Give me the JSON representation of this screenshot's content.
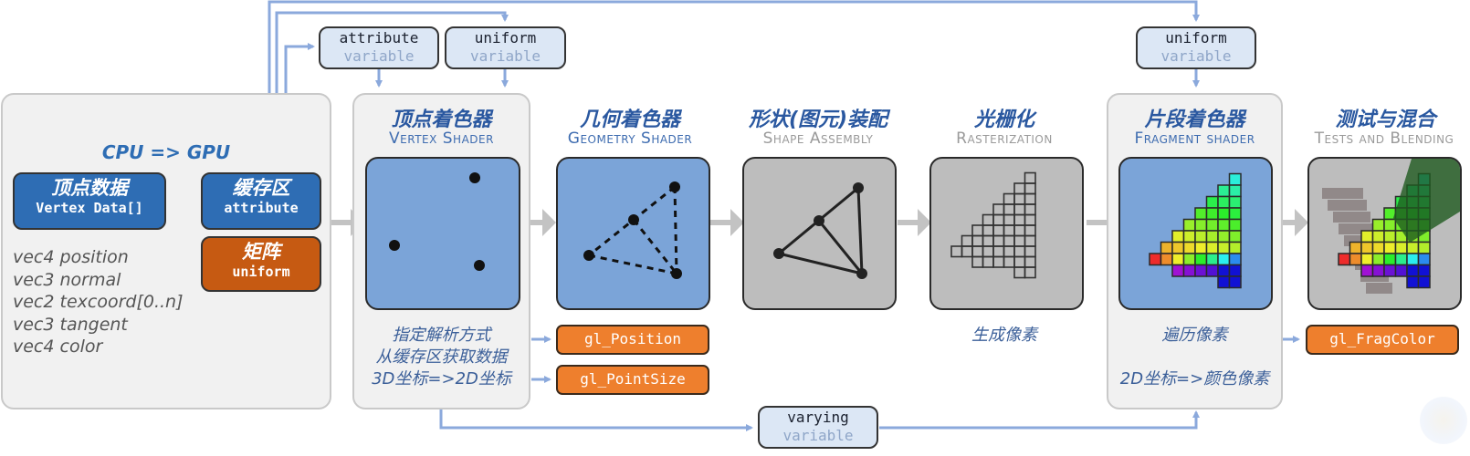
{
  "cpu_panel": {
    "title": "CPU => GPU",
    "vertex_data": {
      "cn": "顶点数据",
      "en": "Vertex Data[]"
    },
    "buffer": {
      "cn": "缓存区",
      "en": "attribute"
    },
    "matrix": {
      "cn": "矩阵",
      "en": "uniform"
    },
    "attributes": [
      "vec4 position",
      "vec3 normal",
      "vec2 texcoord[0..n]",
      "vec3 tangent",
      "vec4 color"
    ]
  },
  "variables": {
    "attribute_top": {
      "name": "attribute",
      "kind": "variable"
    },
    "uniform_top": {
      "name": "uniform",
      "kind": "variable"
    },
    "uniform_fragment": {
      "name": "uniform",
      "kind": "variable"
    },
    "varying": {
      "name": "varying",
      "kind": "variable"
    }
  },
  "stages": [
    {
      "cn": "顶点着色器",
      "en": "Vertex Shader",
      "desc": [
        "指定解析方式",
        "从缓存区获取数据",
        "3D坐标=>2D坐标"
      ]
    },
    {
      "cn": "几何着色器",
      "en": "Geometry Shader",
      "desc": []
    },
    {
      "cn": "形状(图元)装配",
      "en": "Shape Assembly",
      "desc": []
    },
    {
      "cn": "光栅化",
      "en": "Rasterization",
      "desc": [
        "生成像素"
      ]
    },
    {
      "cn": "片段着色器",
      "en": "Fragment shader",
      "desc": [
        "遍历像素",
        "",
        "2D坐标=>颜色像素"
      ]
    },
    {
      "cn": "测试与混合",
      "en": "Tests and Blending",
      "desc": []
    }
  ],
  "outputs": {
    "gl_position": "gl_Position",
    "gl_pointsize": "gl_PointSize",
    "gl_fragcolor": "gl_FragColor"
  },
  "colors": {
    "accent_blue": "#2e6db4",
    "matrix_orange": "#c65a12",
    "output_orange": "#ee7f2d",
    "stage_blue": "#7ba4d8",
    "stage_gray": "#bdbdbd",
    "connector_blue": "#8ba9dc"
  }
}
